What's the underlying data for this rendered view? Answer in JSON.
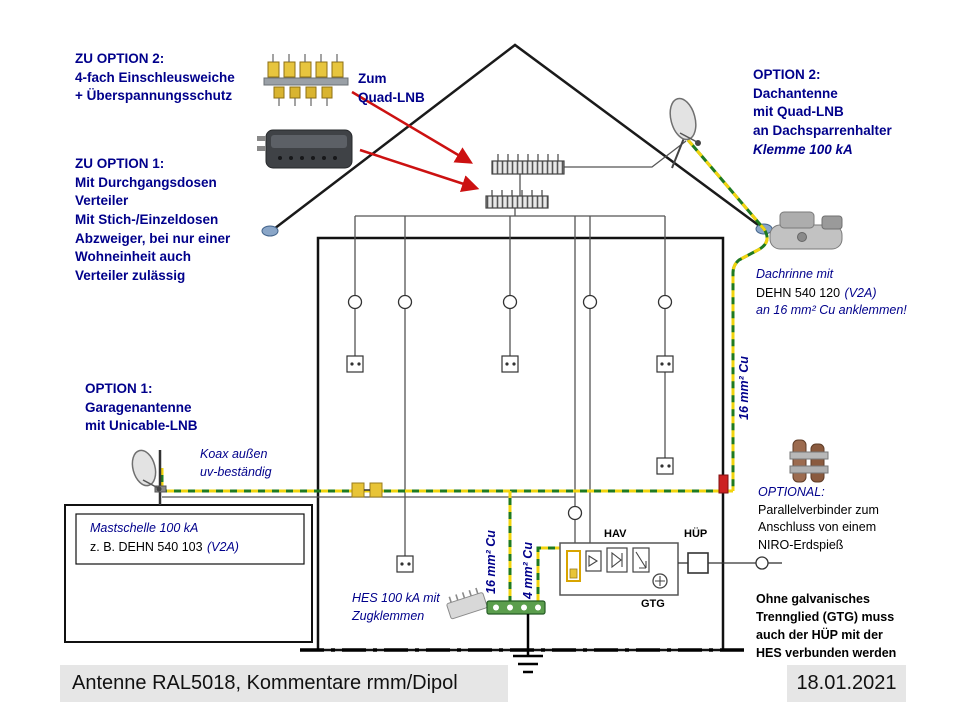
{
  "colors": {
    "accent_blue": "#00008B",
    "wire_green": "#1f7a1f",
    "wire_yellow": "#f2d40e",
    "arrow_red": "#cc1111"
  },
  "blocks": {
    "zu_option2": {
      "lines": [
        "ZU OPTION 2:",
        "4-fach Einschleusweiche",
        "+ Überspannungsschutz"
      ]
    },
    "zu_option1": {
      "lines": [
        "ZU OPTION 1:",
        "Mit Durchgangsdosen",
        "Verteiler",
        "Mit Stich-/Einzeldosen",
        "Abzweiger, bei nur einer",
        "Wohneinheit auch",
        "Verteiler zulässig"
      ]
    },
    "zum_quad": {
      "lines": [
        "Zum",
        "Quad-LNB"
      ]
    },
    "option2": {
      "lines": [
        "OPTION 2:",
        "Dachantenne",
        "mit Quad-LNB",
        "an Dachsparrenhalter"
      ],
      "italic": "Klemme 100 kA"
    },
    "dachrinne": {
      "l1": "Dachrinne mit",
      "l2a": "DEHN 540 120",
      "l2b": "(V2A)",
      "l3": "an 16 mm² Cu anklemmen!"
    },
    "option1": {
      "lines": [
        "OPTION 1:",
        "Garagenantenne",
        "mit Unicable-LNB"
      ]
    },
    "koax": {
      "lines": [
        "Koax außen",
        "uv-beständig"
      ]
    },
    "mastschelle": {
      "l1": "Mastschelle 100 kA",
      "l2a": "z. B. DEHN 540 103",
      "l2b": "(V2A)"
    },
    "hes": {
      "lines": [
        "HES 100 kA mit",
        "Zugklemmen"
      ]
    },
    "optional": {
      "title": "OPTIONAL:",
      "lines": [
        "Parallelverbinder zum",
        "Anschluss von einem",
        "NIRO-Erdspieß"
      ]
    },
    "ohne_gtg": {
      "lines": [
        "Ohne galvanisches",
        "Trennglied (GTG) muss",
        "auch der HÜP mit der",
        "HES verbunden werden"
      ]
    }
  },
  "labels": {
    "hav": "HAV",
    "huep": "HÜP",
    "gtg": "GTG"
  },
  "wire_labels": {
    "right_16": "16 mm² Cu",
    "mid_16": "16 mm² Cu",
    "mid_4": "4 mm² Cu"
  },
  "footer": {
    "title": "Antenne RAL5018, Kommentare rmm/Dipol",
    "date": "18.01.2021"
  }
}
